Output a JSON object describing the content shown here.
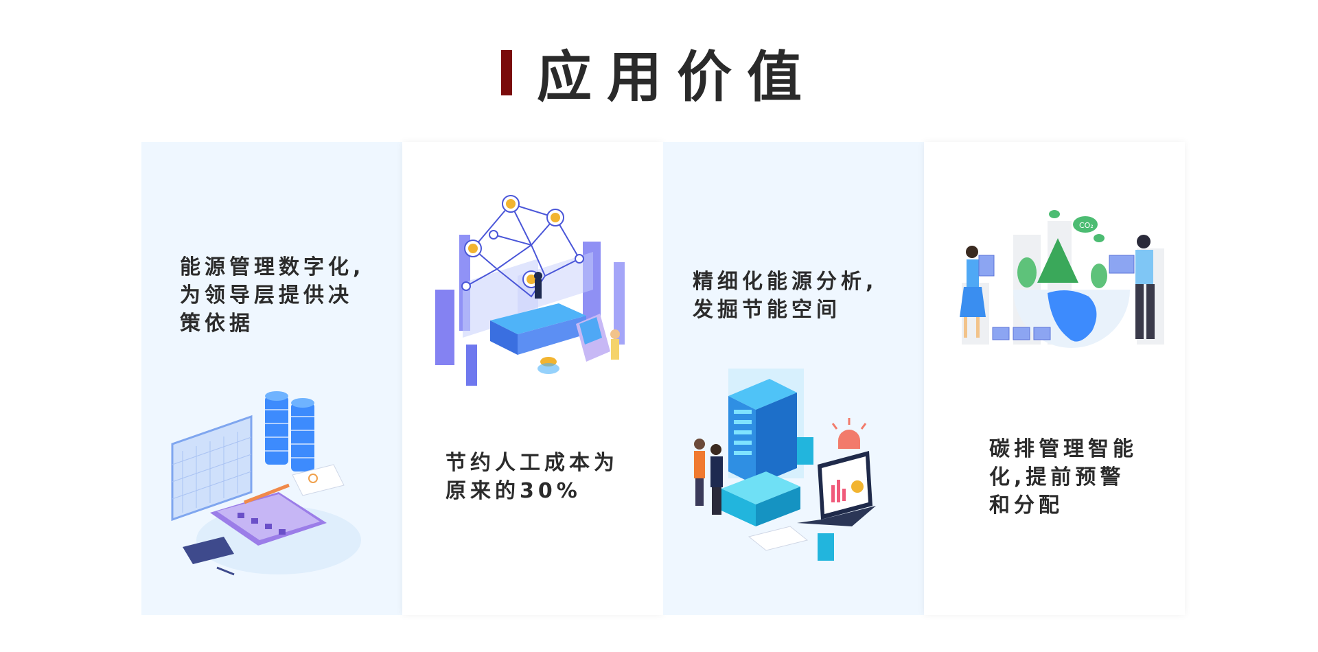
{
  "header": {
    "title": "应用价值"
  },
  "cards": [
    {
      "lines": [
        "能源管理数字化,",
        "为领导层提供决",
        "策依据"
      ],
      "illustration": "data-dashboard-illustration"
    },
    {
      "lines": [
        "节约人工成本为",
        "原来的30%"
      ],
      "illustration": "network-workspace-illustration"
    },
    {
      "lines": [
        "精细化能源分析,",
        "发掘节能空间"
      ],
      "illustration": "server-analysis-illustration"
    },
    {
      "lines": [
        "碳排管理智能",
        "化,提前预警",
        "和分配"
      ],
      "illustration": "green-earth-illustration"
    }
  ],
  "colors": {
    "accent": "#7a0b0b",
    "card_light": "#eff7ff",
    "text": "#2b2b2b"
  },
  "illustration_labels": {
    "co2": "CO₂"
  }
}
